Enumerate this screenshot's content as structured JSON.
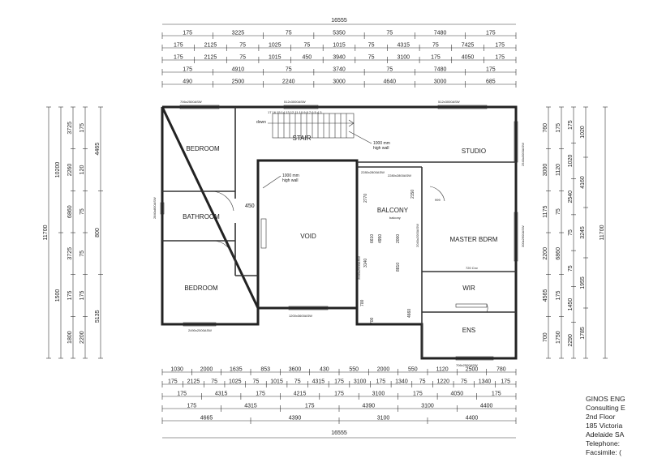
{
  "overall_width_top": "16555",
  "overall_width_bottom": "16555",
  "top_dimension_rows": [
    [
      "175",
      "3225",
      "75",
      "5350",
      "75",
      "7480",
      "175"
    ],
    [
      "175",
      "2125",
      "75",
      "1025",
      "75",
      "1015",
      "75",
      "4315",
      "75",
      "7425",
      "175"
    ],
    [
      "175",
      "2125",
      "75",
      "1015",
      "450",
      "3940",
      "75",
      "3100",
      "175",
      "4050",
      "175"
    ],
    [
      "175",
      "4910",
      "75",
      "3740",
      "75",
      "7480",
      "175"
    ],
    [
      "490",
      "2500",
      "2240",
      "3000",
      "4640",
      "3000",
      "685"
    ]
  ],
  "bottom_dimension_rows": [
    [
      "1030",
      "2000",
      "1635",
      "853",
      "3600",
      "430",
      "550",
      "2000",
      "550",
      "1120",
      "2500",
      "780"
    ],
    [
      "175",
      "2125",
      "75",
      "1025",
      "75",
      "1015",
      "75",
      "4315",
      "175",
      "3100",
      "175",
      "1340",
      "75",
      "1220",
      "75",
      "1340",
      "175"
    ],
    [
      "175",
      "4315",
      "175",
      "4215",
      "175",
      "3100",
      "175",
      "4050",
      "175"
    ],
    [
      "175",
      "4315",
      "175",
      "4390",
      "3100",
      "4400"
    ],
    [
      "4665",
      "4390",
      "3100",
      "4400"
    ]
  ],
  "left_dimensions": {
    "col1": [
      "11700"
    ],
    "col2": [
      "10200",
      "1500"
    ],
    "col3": [
      "3725",
      "2260",
      "6860",
      "3725",
      "175",
      "1800"
    ],
    "col4": [
      "175",
      "120",
      "75",
      "75",
      "175",
      "2200"
    ],
    "col5": [
      "4465",
      "800",
      "5135"
    ]
  },
  "right_dimensions": {
    "col1": [
      "760",
      "3000",
      "1175",
      "2200",
      "4565",
      "700"
    ],
    "col2": [
      "175",
      "1120",
      "75",
      "6860",
      "175",
      "1750"
    ],
    "col3": [
      "175",
      "1020",
      "2540",
      "75",
      "75",
      "1450",
      "2290"
    ],
    "col4": [
      "1020",
      "4160",
      "3245",
      "1955",
      "1785"
    ],
    "col5": [
      "11700"
    ]
  },
  "rooms": {
    "bedroom_1": "BEDROOM",
    "bathroom": "BATHROOM",
    "bedroom_2": "BEDROOM",
    "stair": "STAIR",
    "void": "VOID",
    "balcony": "BALCONY",
    "studio": "STUDIO",
    "master": "MASTER BDRM",
    "wir": "WIR",
    "ens": "ENS"
  },
  "annotations": {
    "down": "down",
    "high_wall_note_1": "1000 mm\nhigh wall",
    "high_wall_note_2": "1000 mm\nhigh wall",
    "dim_450": "450",
    "dim_999": "999",
    "stair_numbers": "17 16 15 14 13 12 11 10 9 8 7 6 5 4 3",
    "balcony_sub": "balcony"
  },
  "inner_dimensions": {
    "d2770": "2770",
    "d2150": "2150",
    "d4950": "4950",
    "d6610": "6610",
    "d2000": "2000",
    "d3140": "3140",
    "d8810": "8810",
    "d700a": "700",
    "d700b": "700",
    "d4660": "4660"
  },
  "window_labels": {
    "w_bed1_top": "706x2500ASW",
    "w_stair_top": "512x3000ASW",
    "w_studio_top": "512x3000ASW",
    "w_bed2_bottom": "2490x2000ASW",
    "w_void_bottom": "1200x3600ASW",
    "w_ens_bottom": "706x2500ASW",
    "w_balcony_1": "2280x2800ASW",
    "w_balcony_2": "2280x2800ASW",
    "w_left": "2840x800ASW",
    "w_master_right": "300x2600ASW",
    "w_studio_right": "2540x3000ASW",
    "w_bal_vert1": "2040x2000ASW",
    "w_bal_vert2": "2040x2000ASW",
    "wir_note": "720 Cnv"
  },
  "firm_lines": [
    "GINOS ENG",
    "Consulting E",
    "2nd Floor",
    "185 Victoria",
    "Adelaide SA",
    "Telephone:",
    "Facsimile: ("
  ]
}
